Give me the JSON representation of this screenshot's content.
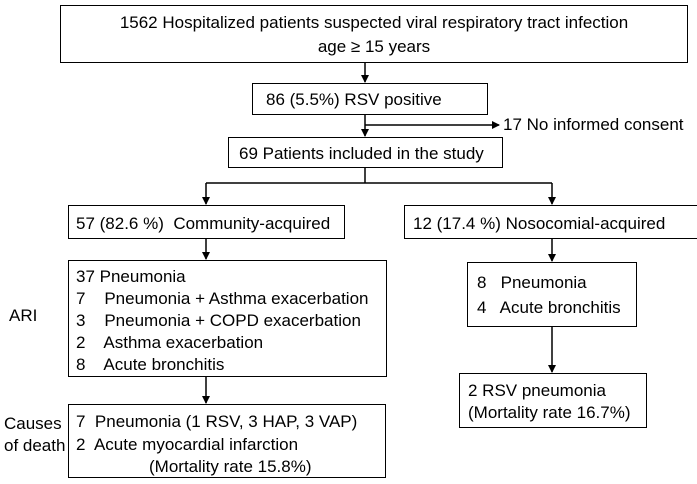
{
  "boxes": {
    "screened": {
      "line1": "1562 Hospitalized patients suspected viral respiratory tract infection",
      "line2": "age ≥ 15 years"
    },
    "rsv_positive": "86 (5.5%) RSV positive",
    "excluded": "17 No informed consent",
    "included": "69 Patients included in the study",
    "community": "57 (82.6 %)  Community-acquired",
    "nosocomial": "12 (17.4 %) Nosocomial-acquired",
    "community_ari": [
      "37 Pneumonia",
      "7    Pneumonia + Asthma exacerbation",
      "3    Pneumonia + COPD exacerbation",
      "2    Asthma exacerbation",
      "8    Acute bronchitis"
    ],
    "nosocomial_ari": [
      "8   Pneumonia",
      "4   Acute bronchitis"
    ],
    "community_deaths": {
      "line1": "7  Pneumonia (1 RSV, 3 HAP, 3 VAP)",
      "line2": "2  Acute myocardial infarction",
      "line3": "(Mortality rate 15.8%)"
    },
    "nosocomial_deaths": {
      "line1": "2 RSV pneumonia",
      "line2": "(Mortality rate 16.7%)"
    }
  },
  "side_labels": {
    "ari": "ARI",
    "causes_line1": "Causes",
    "causes_line2": "of death"
  }
}
